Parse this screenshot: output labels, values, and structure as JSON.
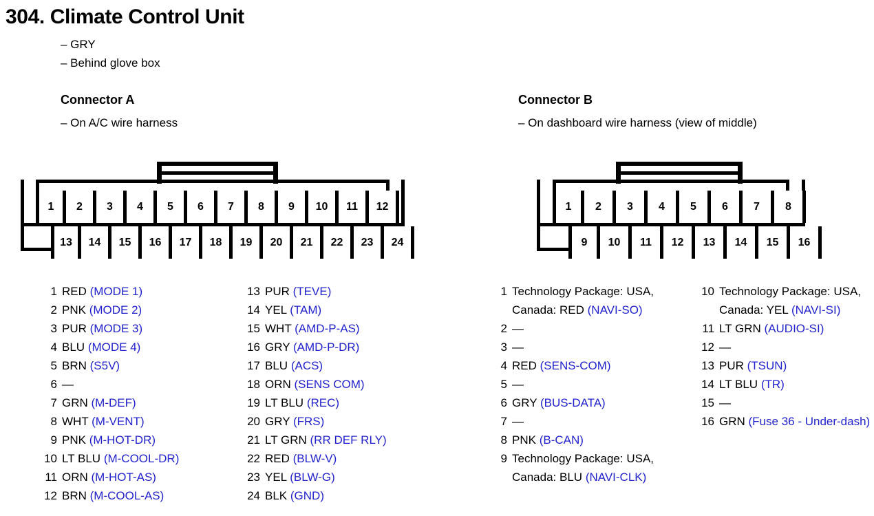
{
  "header": {
    "title": "304. Climate Control Unit",
    "bullets": [
      "– GRY",
      "– Behind glove box"
    ]
  },
  "colors": {
    "signal_blue": "#2222CC",
    "text_black": "#000000",
    "background": "#FFFFFF"
  },
  "connectors": [
    {
      "id": "A",
      "heading": "Connector A",
      "subtitle": "– On A/C wire harness",
      "top_pins": [
        "1",
        "2",
        "3",
        "4",
        "5",
        "6",
        "7",
        "8",
        "9",
        "10",
        "11",
        "12"
      ],
      "bottom_pins": [
        "13",
        "14",
        "15",
        "16",
        "17",
        "18",
        "19",
        "20",
        "21",
        "22",
        "23",
        "24"
      ],
      "latch_span": {
        "from_pin": 5,
        "to_pin": 8
      },
      "pins": [
        {
          "num": "1",
          "wire": "RED",
          "signal": "(MODE 1)"
        },
        {
          "num": "2",
          "wire": "PNK",
          "signal": "(MODE 2)"
        },
        {
          "num": "3",
          "wire": "PUR",
          "signal": "(MODE 3)"
        },
        {
          "num": "4",
          "wire": "BLU",
          "signal": "(MODE 4)"
        },
        {
          "num": "5",
          "wire": "BRN",
          "signal": "(S5V)"
        },
        {
          "num": "6",
          "wire": "—",
          "signal": ""
        },
        {
          "num": "7",
          "wire": "GRN",
          "signal": "(M-DEF)"
        },
        {
          "num": "8",
          "wire": "WHT",
          "signal": "(M-VENT)"
        },
        {
          "num": "9",
          "wire": "PNK",
          "signal": "(M-HOT-DR)"
        },
        {
          "num": "10",
          "wire": "LT BLU",
          "signal": "(M-COOL-DR)"
        },
        {
          "num": "11",
          "wire": "ORN",
          "signal": "(M-HOT-AS)"
        },
        {
          "num": "12",
          "wire": "BRN",
          "signal": "(M-COOL-AS)"
        },
        {
          "num": "13",
          "wire": "PUR",
          "signal": "(TEVE)"
        },
        {
          "num": "14",
          "wire": "YEL",
          "signal": "(TAM)"
        },
        {
          "num": "15",
          "wire": "WHT",
          "signal": "(AMD-P-AS)"
        },
        {
          "num": "16",
          "wire": "GRY",
          "signal": "(AMD-P-DR)"
        },
        {
          "num": "17",
          "wire": "BLU",
          "signal": "(ACS)"
        },
        {
          "num": "18",
          "wire": "ORN",
          "signal": "(SENS COM)"
        },
        {
          "num": "19",
          "wire": "LT BLU",
          "signal": "(REC)"
        },
        {
          "num": "20",
          "wire": "GRY",
          "signal": "(FRS)"
        },
        {
          "num": "21",
          "wire": "LT GRN",
          "signal": "(RR DEF RLY)"
        },
        {
          "num": "22",
          "wire": "RED",
          "signal": "(BLW-V)"
        },
        {
          "num": "23",
          "wire": "YEL",
          "signal": "(BLW-G)"
        },
        {
          "num": "24",
          "wire": "BLK",
          "signal": "(GND)"
        }
      ]
    },
    {
      "id": "B",
      "heading": "Connector B",
      "subtitle": "– On dashboard wire harness (view of middle)",
      "top_pins": [
        "1",
        "2",
        "3",
        "4",
        "5",
        "6",
        "7",
        "8"
      ],
      "bottom_pins": [
        "9",
        "10",
        "11",
        "12",
        "13",
        "14",
        "15",
        "16"
      ],
      "latch_span": {
        "from_pin": 3,
        "to_pin": 6
      },
      "pins": [
        {
          "num": "1",
          "wire": "Technology Package: USA, Canada: RED",
          "signal": "(NAVI-SO)"
        },
        {
          "num": "2",
          "wire": "—",
          "signal": ""
        },
        {
          "num": "3",
          "wire": "—",
          "signal": ""
        },
        {
          "num": "4",
          "wire": "RED",
          "signal": "(SENS-COM)"
        },
        {
          "num": "5",
          "wire": "—",
          "signal": ""
        },
        {
          "num": "6",
          "wire": "GRY",
          "signal": "(BUS-DATA)"
        },
        {
          "num": "7",
          "wire": "—",
          "signal": ""
        },
        {
          "num": "8",
          "wire": "PNK",
          "signal": "(B-CAN)"
        },
        {
          "num": "9",
          "wire": "Technology Package: USA, Canada: BLU",
          "signal": "(NAVI-CLK)"
        },
        {
          "num": "10",
          "wire": "Technology Package: USA, Canada: YEL",
          "signal": "(NAVI-SI)"
        },
        {
          "num": "11",
          "wire": "LT GRN",
          "signal": "(AUDIO-SI)"
        },
        {
          "num": "12",
          "wire": "—",
          "signal": ""
        },
        {
          "num": "13",
          "wire": "PUR",
          "signal": "(TSUN)"
        },
        {
          "num": "14",
          "wire": "LT BLU",
          "signal": "(TR)"
        },
        {
          "num": "15",
          "wire": "—",
          "signal": ""
        },
        {
          "num": "16",
          "wire": "GRN",
          "signal": "(Fuse 36 - Under-dash)"
        }
      ]
    }
  ]
}
